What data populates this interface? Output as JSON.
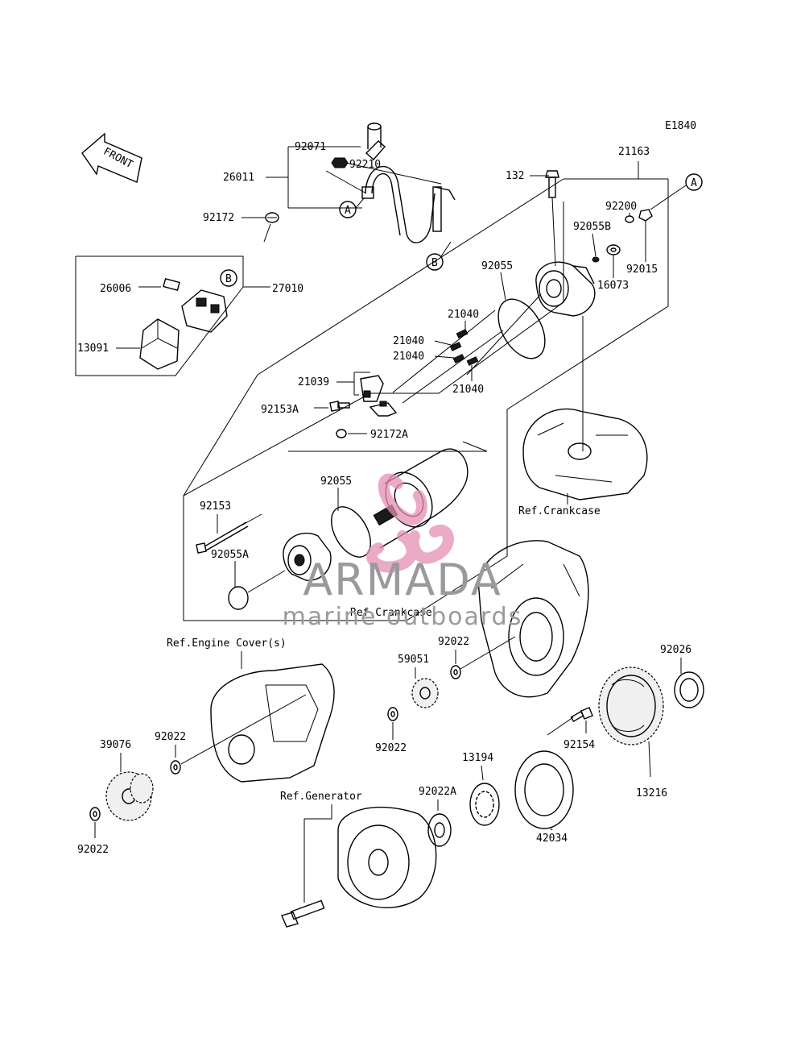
{
  "diagram_code": "E1840",
  "front_label": "FRONT",
  "callouts": {
    "A": "A",
    "B": "B"
  },
  "parts": {
    "p92071": "92071",
    "p92210": "92210",
    "p26011": "26011",
    "p21163": "21163",
    "p132": "132",
    "p92200": "92200",
    "p92055B": "92055B",
    "p92015": "92015",
    "p16073": "16073",
    "p92172": "92172",
    "p27010": "27010",
    "p26006": "26006",
    "p13091": "13091",
    "p92055_top": "92055",
    "p21040_a": "21040",
    "p21040_b": "21040",
    "p21040_c": "21040",
    "p21040_d": "21040",
    "p21039": "21039",
    "p92153A": "92153A",
    "p92172A": "92172A",
    "p92055_mid": "92055",
    "p92153": "92153",
    "p92055A": "92055A",
    "p92022_a": "92022",
    "p59051": "59051",
    "p92022_b": "92022",
    "p92026": "92026",
    "p92154": "92154",
    "p13194": "13194",
    "p92022A": "92022A",
    "p13216": "13216",
    "p42034": "42034",
    "p39076": "39076",
    "p92022_c": "92022",
    "p92022_d": "92022"
  },
  "references": {
    "crankcase_1": "Ref.Crankcase",
    "crankcase_2": "Ref.Crankcase",
    "engine_cover": "Ref.Engine Cover(s)",
    "generator": "Ref.Generator"
  },
  "watermark": {
    "brand": "ARMADA",
    "tagline": "marine outboards",
    "colors": {
      "brand": "#9a9a9a",
      "logo": "#e58fb4"
    }
  }
}
